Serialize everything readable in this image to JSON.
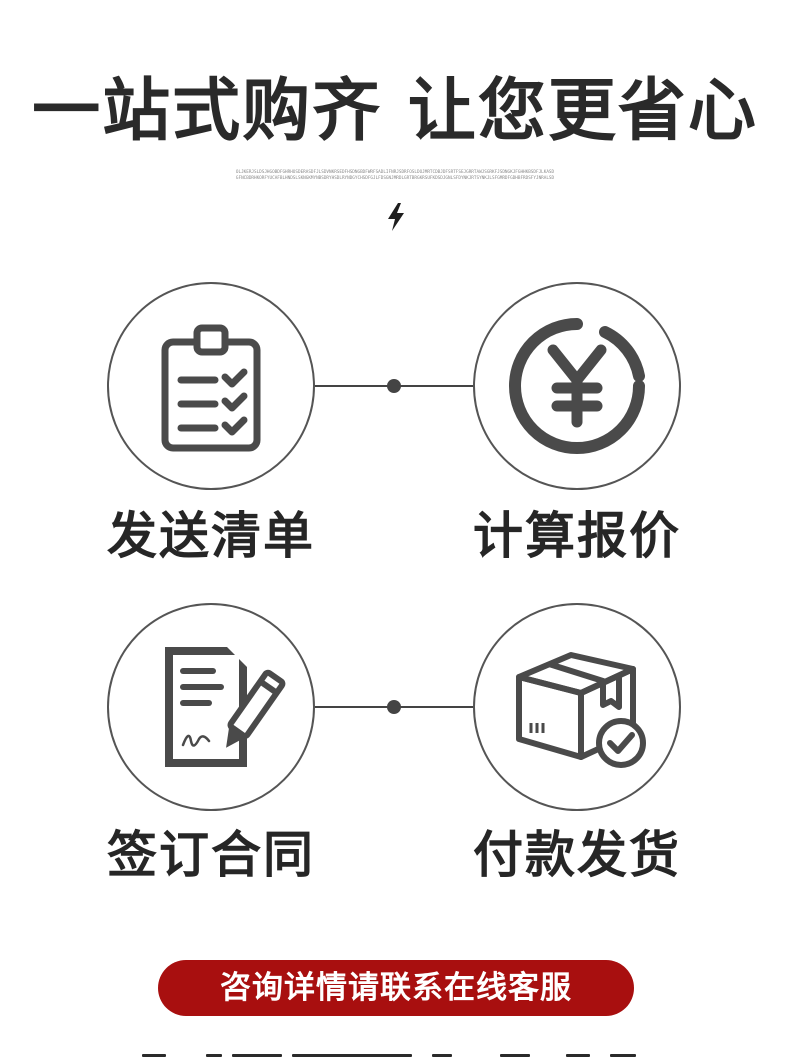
{
  "header": {
    "title": "一站式购齐 让您更省心",
    "fine_print": "OLJKERJSLDSJHGOBDFGHRHOSDERASDFJLSDVNKRSEDFHSDNGBDFWRFSADLIFNRJSDRFOSLDOJMRTCDBJDFSRTFSEJGRRTAWJSGRKFJSDNGKJFGHHKBSDFJLKASDGFNCBDRHKORFYUCAFBLHNDSLSKNGKMYNBSDRYHSDLRYNDGYCHSDFGJLFDSGNJMRDLGRTBRGKRSUFKDSDJGNLSFDYNKJRTSYNKJLSFGMRDFGDHBFRDSFYJNRALSD",
    "bolt_icon": "lightning-icon"
  },
  "steps": [
    {
      "label": "发送清单",
      "icon": "clipboard-checklist-icon"
    },
    {
      "label": "计算报价",
      "icon": "yen-coin-icon"
    },
    {
      "label": "签订合同",
      "icon": "contract-sign-icon"
    },
    {
      "label": "付款发货",
      "icon": "package-check-icon"
    }
  ],
  "cta": {
    "label": "咨询详情请联系在线客服"
  },
  "colors": {
    "icon": "#4a4a4a",
    "cta_bg": "#a80f0f",
    "line": "#444444"
  }
}
